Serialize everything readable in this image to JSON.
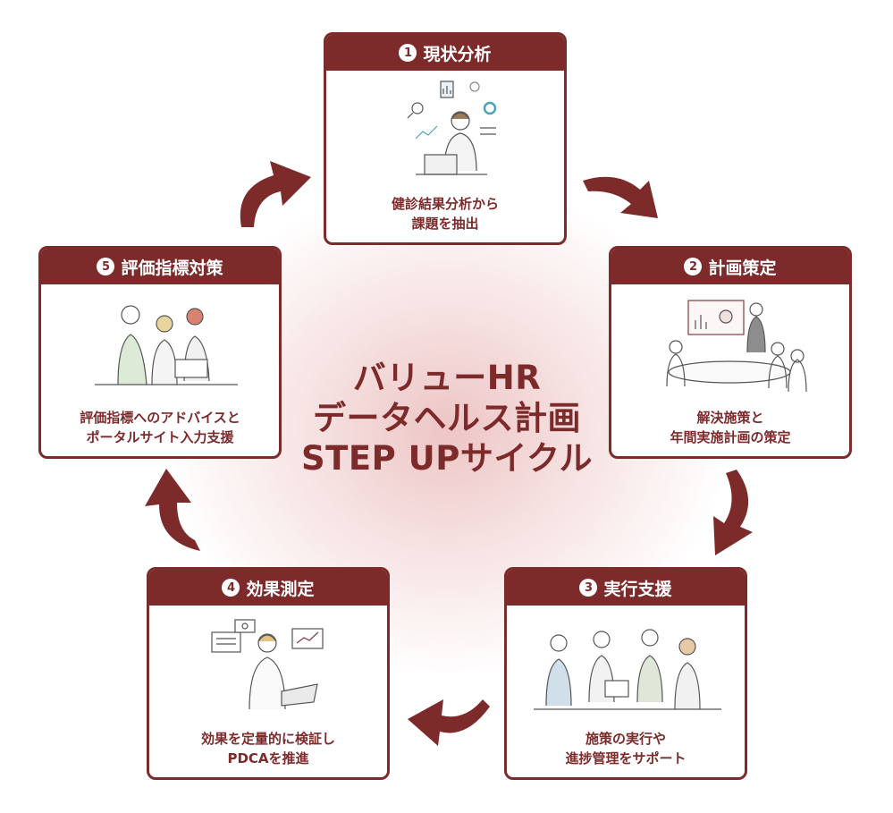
{
  "title": {
    "line1": "バリューHR",
    "line2": "データヘルス計画",
    "line3": "STEP UPサイクル"
  },
  "steps": [
    {
      "number": "1",
      "title": "現状分析",
      "desc_line1": "健診結果分析から",
      "desc_line2": "課題を抽出"
    },
    {
      "number": "2",
      "title": "計画策定",
      "desc_line1": "解決施策と",
      "desc_line2": "年間実施計画の策定"
    },
    {
      "number": "3",
      "title": "実行支援",
      "desc_line1": "施策の実行や",
      "desc_line2": "進捗管理をサポート"
    },
    {
      "number": "4",
      "title": "効果測定",
      "desc_line1": "効果を定量的に検証し",
      "desc_line2": "PDCAを推進"
    },
    {
      "number": "5",
      "title": "評価指標対策",
      "desc_line1": "評価指標へのアドバイスと",
      "desc_line2": "ポータルサイト入力支援"
    }
  ],
  "colors": {
    "primary": "#7d2a2b",
    "glow": "#e3a3a3"
  }
}
